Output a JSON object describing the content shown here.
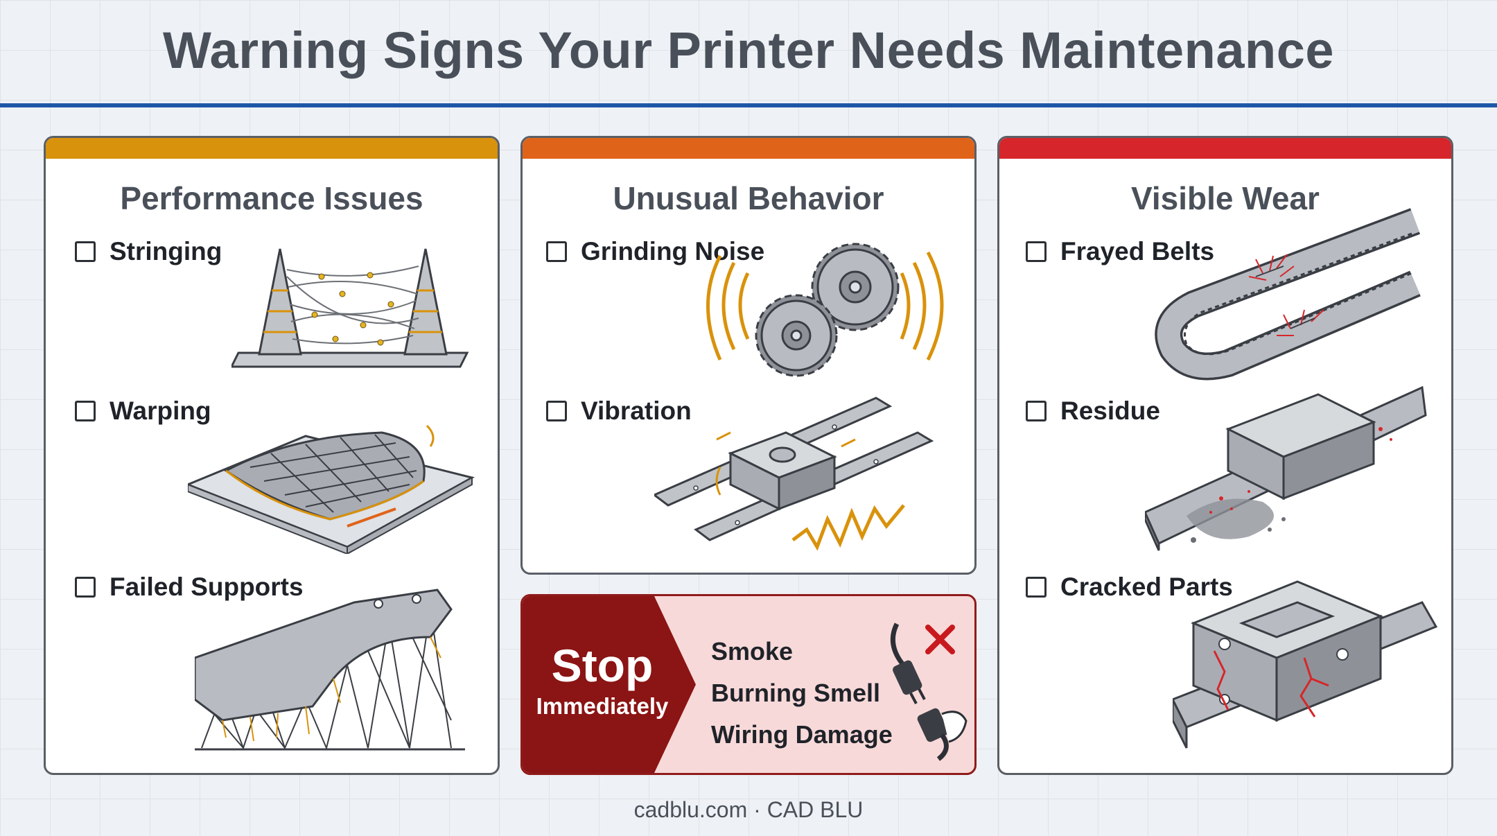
{
  "title": "Warning Signs Your Printer Needs Maintenance",
  "colors": {
    "accent_rule": "#1d57a8",
    "performance_bar": "#d9920b",
    "behavior_bar": "#e0631a",
    "wear_bar": "#d6262b",
    "stop_dark": "#8b1414",
    "stop_light": "#f8d9d9"
  },
  "panels": {
    "performance": {
      "title": "Performance Issues",
      "items": [
        {
          "label": "Stringing",
          "icon": "stringing-icon"
        },
        {
          "label": "Warping",
          "icon": "warping-icon"
        },
        {
          "label": "Failed Supports",
          "icon": "failed-supports-icon"
        }
      ]
    },
    "behavior": {
      "title": "Unusual Behavior",
      "items": [
        {
          "label": "Grinding Noise",
          "icon": "grinding-gears-icon"
        },
        {
          "label": "Vibration",
          "icon": "vibrating-rail-icon"
        }
      ]
    },
    "wear": {
      "title": "Visible Wear",
      "items": [
        {
          "label": "Frayed Belts",
          "icon": "frayed-belt-icon"
        },
        {
          "label": "Residue",
          "icon": "residue-rail-icon"
        },
        {
          "label": "Cracked Parts",
          "icon": "cracked-part-icon"
        }
      ]
    }
  },
  "stop": {
    "headline": "Stop",
    "subline": "Immediately",
    "items": [
      "Smoke",
      "Burning Smell",
      "Wiring Damage"
    ],
    "icon": "unplug-icon"
  },
  "footer": "cadblu.com · CAD BLU"
}
